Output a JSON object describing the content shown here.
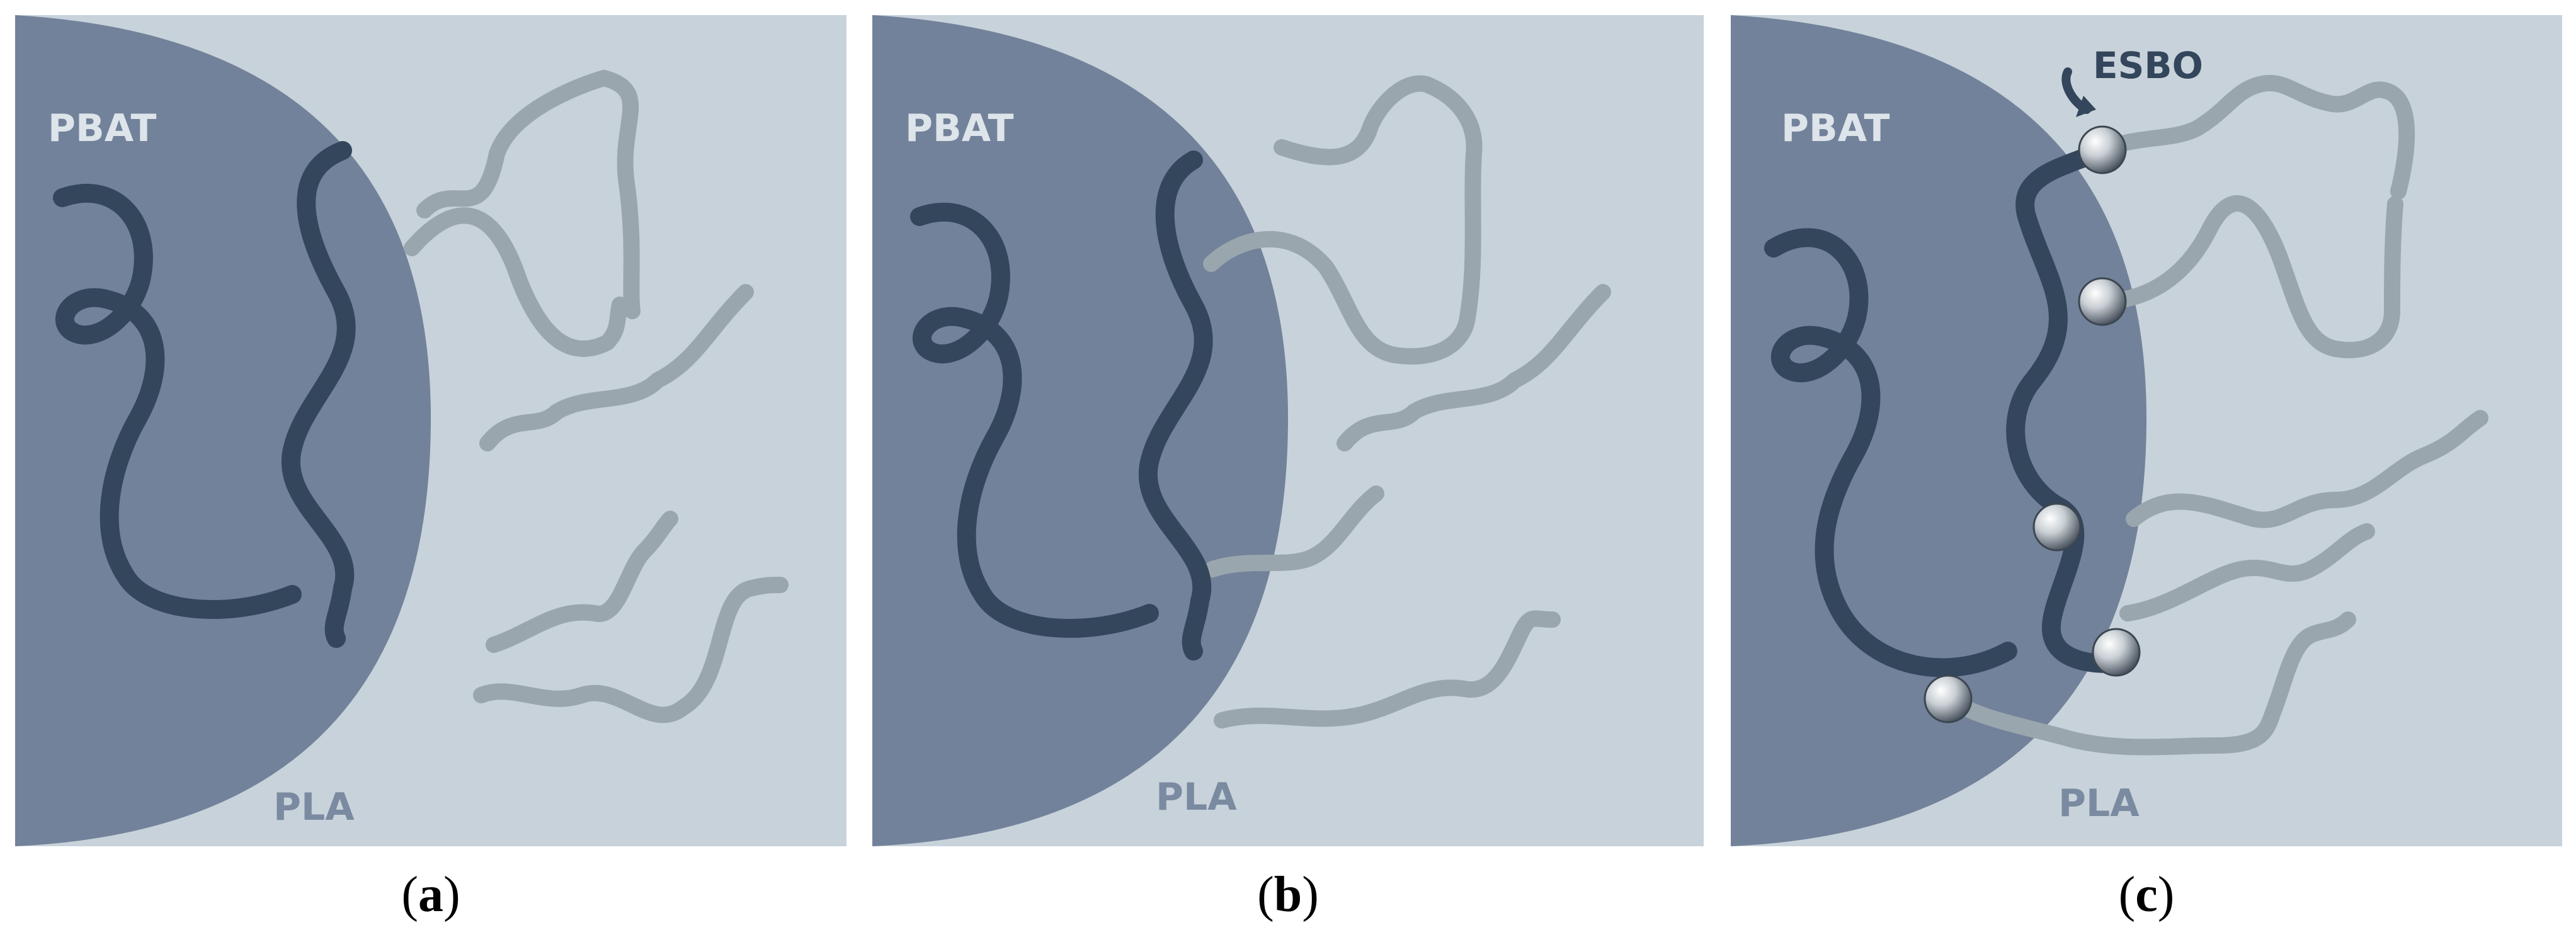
{
  "colors": {
    "pla_matrix": "#c8d2da",
    "pbat_phase": "#72829a",
    "pbat_chain": "#34465c",
    "pla_chain": "#9aa6ad",
    "label_light": "#dde4ea",
    "label_pla": "#7a8aa0",
    "esbo_label": "#34465c"
  },
  "panels": [
    {
      "id": "a",
      "pbat_label": "PBAT",
      "pla_label": "PLA",
      "caption_open": "(",
      "caption_letter": "a",
      "caption_close": ")"
    },
    {
      "id": "b",
      "pbat_label": "PBAT",
      "pla_label": "PLA",
      "caption_open": "(",
      "caption_letter": "b",
      "caption_close": ")"
    },
    {
      "id": "c",
      "pbat_label": "PBAT",
      "pla_label": "PLA",
      "esbo_label": "ESBO",
      "caption_open": "(",
      "caption_letter": "c",
      "caption_close": ")"
    }
  ]
}
